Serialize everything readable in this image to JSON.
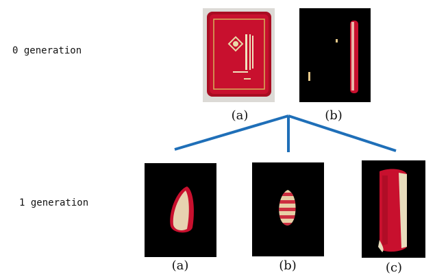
{
  "generations": {
    "gen0_label": "0 generation",
    "gen1_label": "1 generation"
  },
  "gen0": {
    "cap_a": "(a)",
    "cap_b": "(b)"
  },
  "gen1": {
    "cap_a": "(a)",
    "cap_b": "(b)",
    "cap_c": "(c)"
  },
  "colors": {
    "connector": "#1f6fb8",
    "object_red": "#c8102e",
    "mask_bg": "#000000"
  }
}
